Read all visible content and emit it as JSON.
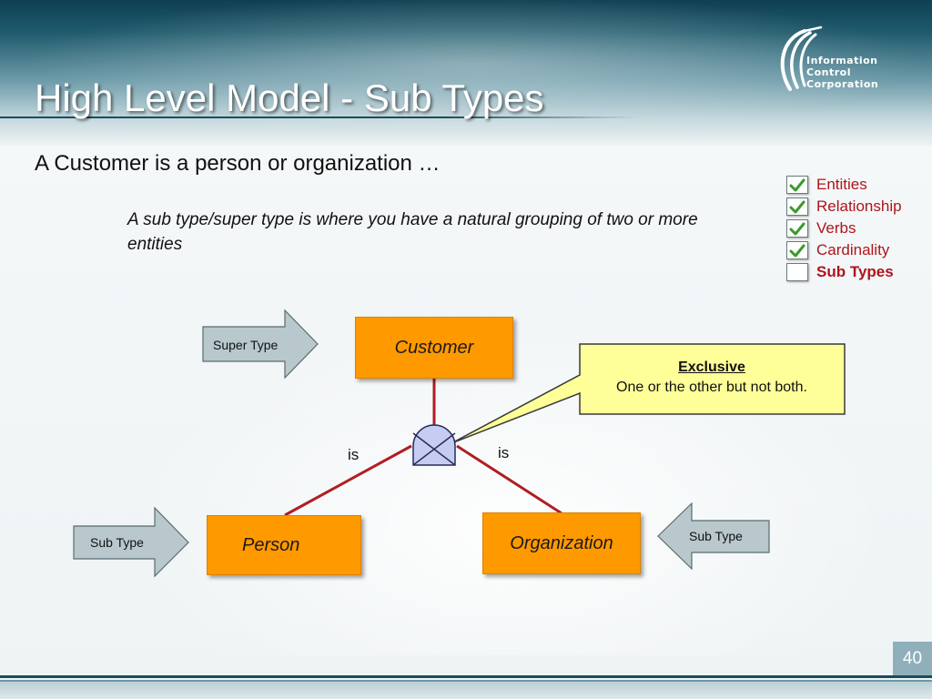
{
  "slide": {
    "title": "High Level Model - Sub Types",
    "subtitle": "A Customer is a person or organization …",
    "description": "A sub type/super type is where you have a natural grouping of two or more entities",
    "page_number": "40"
  },
  "logo": {
    "line1": "Information",
    "line2": "Control",
    "line3": "Corporation"
  },
  "checklist": [
    {
      "label": "Entities",
      "checked": true
    },
    {
      "label": "Relationship",
      "checked": true
    },
    {
      "label": "Verbs",
      "checked": true
    },
    {
      "label": "Cardinality",
      "checked": true
    },
    {
      "label": "Sub Types",
      "checked": false
    }
  ],
  "diagram": {
    "entities": {
      "customer": "Customer",
      "person": "Person",
      "organization": "Organization"
    },
    "relationship_left": "is",
    "relationship_right": "is",
    "arrows": {
      "super_type": "Super Type",
      "sub_type_left": "Sub Type",
      "sub_type_right": "Sub Type"
    },
    "callout": {
      "title": "Exclusive",
      "body": "One or the other but not both."
    }
  },
  "colors": {
    "entity_fill": "#ff9900",
    "relationship_line": "#b01e22",
    "checklist_text": "#b0141b",
    "callout_fill": "#ffff99",
    "arrow_fill": "#b8c8cd",
    "subtype_symbol_fill": "#c5cdf2"
  }
}
